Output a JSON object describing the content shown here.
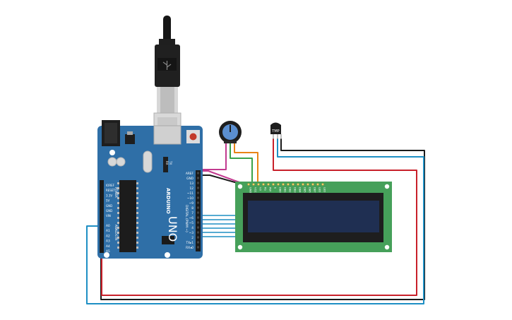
{
  "arduino": {
    "brand": "ARDUINO",
    "model": "UNO",
    "digital_label": "DIGITAL (PWM ~)",
    "analog_label": "ANALOG IN",
    "power_label": "POWER",
    "led_tx": "TX",
    "led_rx": "RX",
    "pins_top": [
      "AREF",
      "GND",
      "13",
      "12",
      "~11",
      "~10",
      "~9",
      "8",
      "7",
      "~6",
      "~5",
      "4",
      "~3",
      "2",
      "TX▸1",
      "RX◂0"
    ],
    "pins_power": [
      "IOREF",
      "RESET",
      "3.3V",
      "5V",
      "GND",
      "GND",
      "VIN"
    ],
    "pins_analog": [
      "A0",
      "A1",
      "A2",
      "A3",
      "A4",
      "A5"
    ]
  },
  "sensor": {
    "label": "TMP"
  },
  "lcd": {
    "pins": [
      "GND",
      "VCC",
      "V0",
      "RS",
      "RW",
      "E",
      "DB0",
      "DB1",
      "DB2",
      "DB3",
      "DB4",
      "DB5",
      "DB6",
      "DB7",
      "LED",
      "LED"
    ]
  },
  "colors": {
    "board": "#2f6fa7",
    "lcd_pcb": "#46a05a",
    "lcd_screen": "#1f2f52",
    "wire_red": "#c8202a",
    "wire_black": "#1b1b1b",
    "wire_blue": "#1e8fc4",
    "wire_magenta": "#c23a8f",
    "wire_green": "#3aa24a",
    "wire_orange": "#e88416"
  }
}
